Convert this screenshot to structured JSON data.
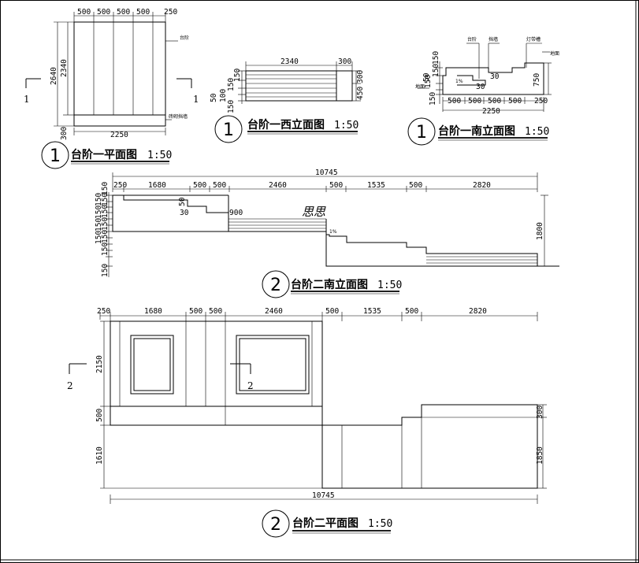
{
  "views": {
    "plan1": {
      "title": "台阶一平面图",
      "scale": "1:50",
      "number": "1",
      "top_dims": [
        "500",
        "500",
        "500",
        "500",
        "250"
      ],
      "left_outer_dim": "2640",
      "left_inner_dim": "2340",
      "left_bottom_dim": "300",
      "bottom_dim": "2250",
      "label_step": "台阶",
      "label_wall": "砖砌挡墙",
      "cut_left": "1",
      "cut_right": "1"
    },
    "west1": {
      "title": "台阶一西立面图",
      "scale": "1:50",
      "number": "1",
      "top_dims": [
        "2340",
        "300"
      ],
      "left_dims": [
        "150",
        "150",
        "150",
        "100",
        "50"
      ],
      "right_dims": [
        "300",
        "450"
      ]
    },
    "south1": {
      "title": "台阶一南立面图",
      "scale": "1:50",
      "number": "1",
      "label_step": "台阶",
      "label_wall": "挡墙",
      "label_light": "灯带槽",
      "label_ground_right": "地面",
      "label_ground_left": "地面",
      "left_dims": [
        "150",
        "150",
        "150",
        "50",
        "150"
      ],
      "inner_dims": [
        "30",
        "30"
      ],
      "slope": "1%",
      "right_dim": "750",
      "bottom_dims": [
        "500",
        "500",
        "500",
        "500",
        "250"
      ],
      "total": "2250"
    },
    "south2": {
      "title": "台阶二南立面图",
      "scale": "1:50",
      "number": "2",
      "total": "10745",
      "top_dims": [
        "250",
        "1680",
        "500",
        "500",
        "2460",
        "500",
        "1535",
        "500",
        "2820"
      ],
      "left_dims": [
        "150",
        "150",
        "150",
        "150",
        "150",
        "150",
        "150",
        "150",
        "150",
        "150",
        "150"
      ],
      "inner_dims": [
        "50",
        "30",
        "900"
      ],
      "slope": "1%",
      "right_dim": "1800",
      "script": "思思"
    },
    "plan2": {
      "title": "台阶二平面图",
      "scale": "1:50",
      "number": "2",
      "top_dims": [
        "250",
        "1680",
        "500",
        "500",
        "2460",
        "500",
        "1535",
        "500",
        "2820"
      ],
      "left_dims": [
        "2150",
        "500",
        "1610"
      ],
      "right_dims": [
        "300",
        "1850"
      ],
      "total": "10745",
      "cut_left": "2",
      "cut_mid": "2"
    }
  }
}
